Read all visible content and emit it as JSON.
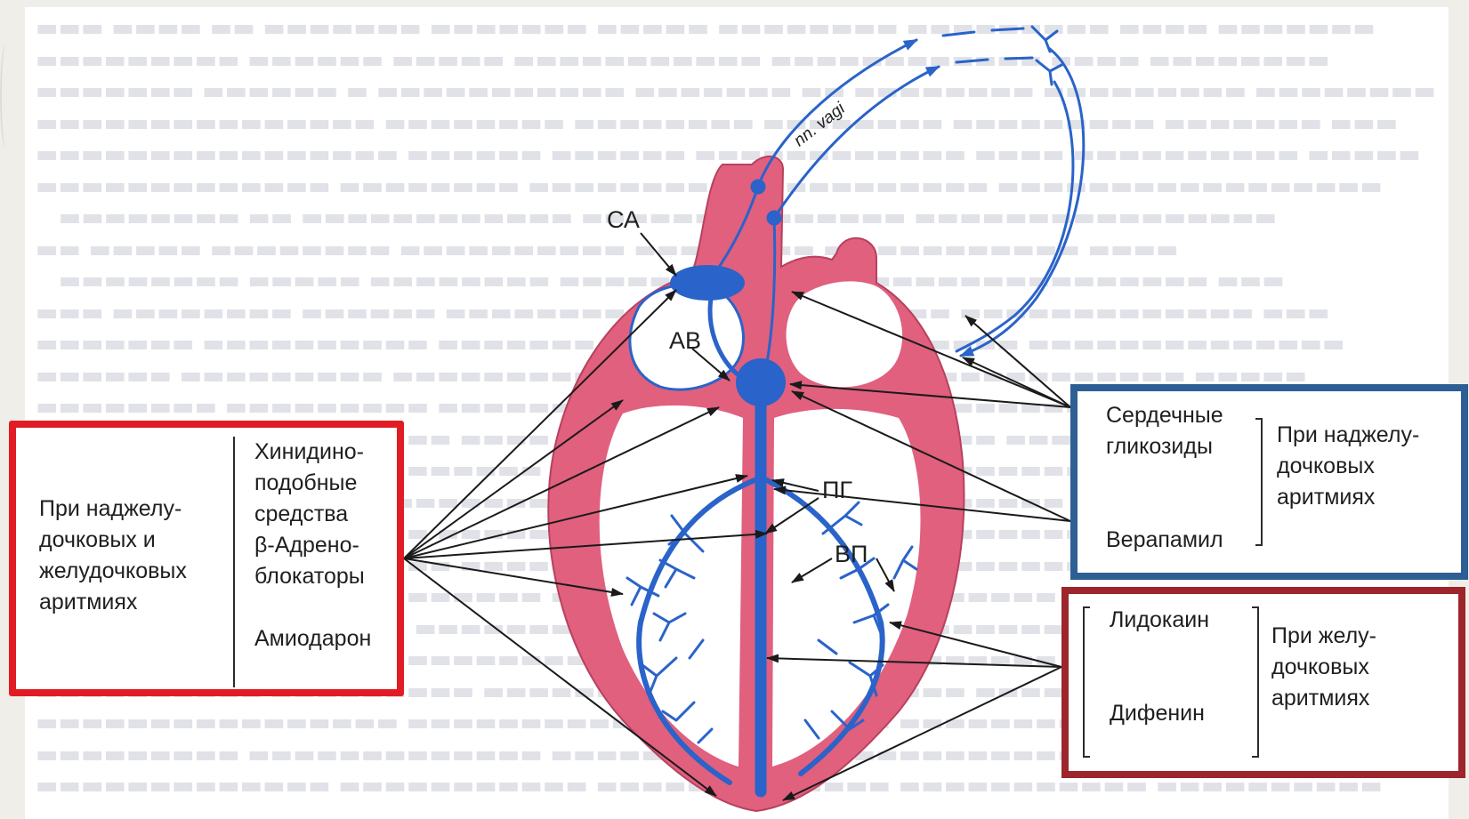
{
  "left_box": {
    "indication_lines": [
      "При наджелу-",
      "дочковых и",
      "желудочковых",
      "аритмиях"
    ],
    "drug_lines": [
      "Хинидино-",
      "подобные",
      "средства",
      "β-Адрено-",
      "блокаторы",
      "",
      "Амиодарон"
    ]
  },
  "right_box_top": {
    "drug_lines": [
      "Сердечные",
      "гликозиды",
      "",
      "",
      "Верапамил"
    ],
    "indication_lines": [
      "При наджелу-",
      "дочковых",
      "аритмиях"
    ]
  },
  "right_box_bottom": {
    "drug_lines": [
      "Лидокаин",
      "",
      "",
      "Дифенин"
    ],
    "indication_lines": [
      "При желу-",
      "дочковых",
      "аритмиях"
    ]
  },
  "heart_labels": {
    "sa": "СА",
    "av": "АВ",
    "pg": "ПГ",
    "vp": "ВП",
    "vagus": "nn. vagi"
  },
  "colors": {
    "left_box_border": "#e11c24",
    "right_top_border": "#2d5f95",
    "right_bottom_border": "#9c262b",
    "heart_muscle": "#e0607e",
    "conduction_system": "#2a63c9"
  }
}
